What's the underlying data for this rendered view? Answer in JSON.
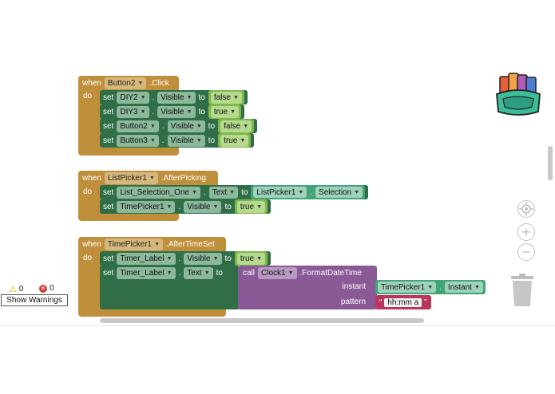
{
  "blocks": {
    "b1": {
      "when": "when",
      "component": "Button2",
      "event": ".Click",
      "do": "do",
      "rows": [
        {
          "set": "set",
          "component": "DIY2",
          "dot": ".",
          "property": "Visible",
          "to": "to",
          "value": "false"
        },
        {
          "set": "set",
          "component": "DIY3",
          "dot": ".",
          "property": "Visible",
          "to": "to",
          "value": "true"
        },
        {
          "set": "set",
          "component": "Button2",
          "dot": ".",
          "property": "Visible",
          "to": "to",
          "value": "false"
        },
        {
          "set": "set",
          "component": "Button3",
          "dot": ".",
          "property": "Visible",
          "to": "to",
          "value": "true"
        }
      ]
    },
    "b2": {
      "when": "when",
      "component": "ListPicker1",
      "event": ".AfterPicking",
      "do": "do",
      "rows": [
        {
          "set": "set",
          "component": "List_Selection_One",
          "dot": ".",
          "property": "Text",
          "to": "to",
          "getter_component": "ListPicker1",
          "getter_dot": ".",
          "getter_property": "Selection"
        },
        {
          "set": "set",
          "component": "TimePicker1",
          "dot": ".",
          "property": "Visible",
          "to": "to",
          "value": "true"
        }
      ]
    },
    "b3": {
      "when": "when",
      "component": "TimePicker1",
      "event": ".AfterTimeSet",
      "do": "do",
      "rows": [
        {
          "set": "set",
          "component": "Timer_Label",
          "dot": ".",
          "property": "Visible",
          "to": "to",
          "value": "true"
        },
        {
          "set": "set",
          "component": "Timer_Label",
          "dot": ".",
          "property": "Text",
          "to": "to"
        }
      ],
      "call": {
        "call": "call",
        "component": "Clock1",
        "method": ".FormatDateTime",
        "instant_label": "instant",
        "instant_component": "TimePicker1",
        "instant_dot": ".",
        "instant_property": "Instant",
        "pattern_label": "pattern",
        "pattern_open": "“",
        "pattern_value": "hh:mm a",
        "pattern_close": "”"
      }
    }
  },
  "warnings": {
    "warning_count": "0",
    "error_count": "0",
    "button_label": "Show Warnings"
  },
  "icons": {
    "backpack": "backpack-icon",
    "target": "target-icon",
    "zoom_in": "zoom-in-icon",
    "zoom_out": "zoom-out-icon",
    "trash": "trash-icon"
  },
  "colors": {
    "event": "#c08f3c",
    "setter": "#2f6e46",
    "logic": "#7fb84a",
    "getter": "#43a47a",
    "procedure": "#8a5a96",
    "text": "#b9375c"
  }
}
